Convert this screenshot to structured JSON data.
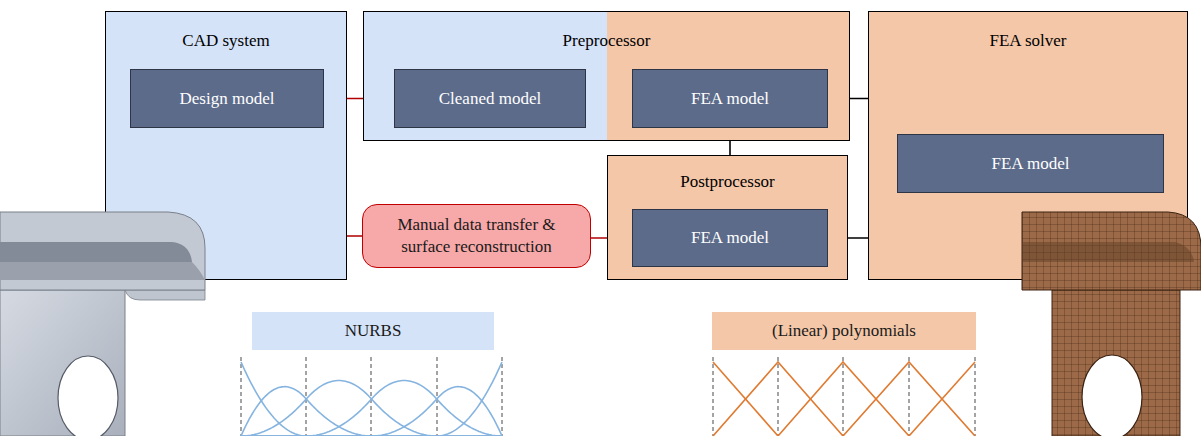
{
  "diagram": {
    "nodes": [
      {
        "text": [
          "CAD system"
        ]
      },
      {
        "text": [
          "Design model"
        ],
        "in": 0
      },
      {
        "text": [
          "Preprocessor"
        ]
      },
      {
        "text": [
          "Cleaned model"
        ],
        "in": 2
      },
      {
        "text": [
          "FEA model"
        ],
        "in": 2
      },
      {
        "text": [
          "FEA solver"
        ]
      },
      {
        "text": [
          "FEA model"
        ],
        "in": 5
      },
      {
        "text": [
          "Postprocessor"
        ]
      },
      {
        "text": [
          "FEA model"
        ],
        "in": 7
      },
      {
        "text": [
          "Manual data transfer & surface reconstruction"
        ]
      },
      {
        "text": [
          "NURBS"
        ]
      },
      {
        "text": [
          "(Linear) polynomials"
        ]
      }
    ],
    "edges": [
      {
        "from": 1,
        "to": 3,
        "arrow": "to"
      },
      {
        "from": 3,
        "to": 4,
        "arrow": "to"
      },
      {
        "from": 4,
        "to": 6,
        "arrow": "to"
      },
      {
        "from": 6,
        "to": 8,
        "arrow": "to"
      },
      {
        "from": 8,
        "to": 4,
        "arrow": "to"
      },
      {
        "from": 8,
        "to": 9,
        "arrow": "none"
      },
      {
        "from": 9,
        "to": 1,
        "arrow": "to"
      }
    ]
  }
}
